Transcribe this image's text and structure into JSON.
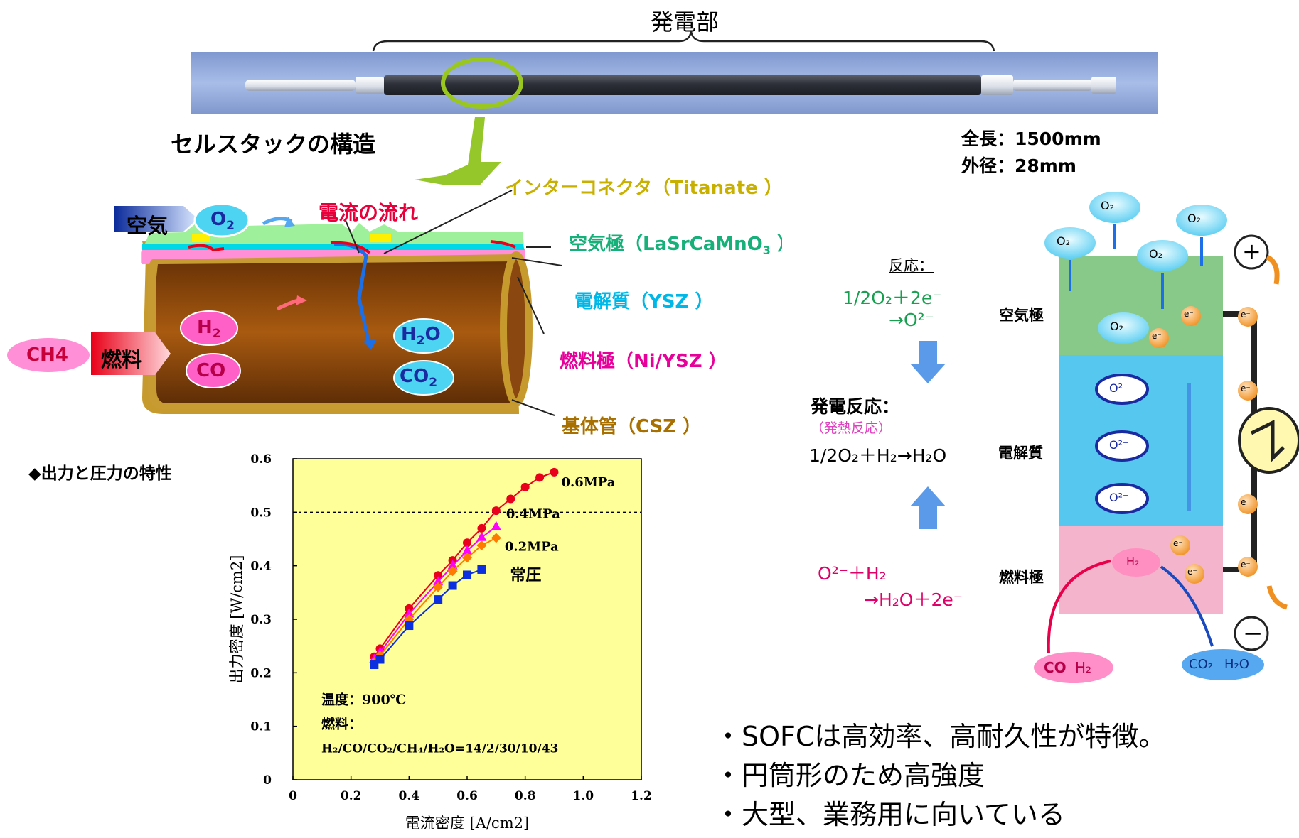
{
  "top": {
    "section_label": "発電部",
    "spec_length": "全長：1500mm",
    "spec_diameter": "外径：28mm",
    "cell_stack_title": "セルスタックの構造"
  },
  "structure": {
    "air_label": "空気",
    "fuel_label": "燃料",
    "ch4_label": "CH4",
    "o2": "O",
    "o2_sub": "2",
    "h2": "H",
    "h2_sub": "2",
    "co": "CO",
    "h2o_a": "H",
    "h2o_sub": "2",
    "h2o_b": "O",
    "co2_a": "CO",
    "co2_sub": "2",
    "current_flow": "電流の流れ",
    "interconnect": "インターコネクタ（Titanate ）",
    "air_electrode": "空気極（LaSrCaMnO",
    "air_electrode_sub": "3",
    "air_electrode_end": " ）",
    "electrolyte": "電解質（YSZ ）",
    "fuel_electrode": "燃料極（Ni/YSZ ）",
    "substrate": "基体管（CSZ ）"
  },
  "chart_section_title": "◆出力と圧力の特性",
  "chart_data": {
    "type": "line",
    "xlabel": "電流密度 [A/cm2]",
    "ylabel": "出力密度 [W/cm2]",
    "xlim": [
      0,
      1.2
    ],
    "ylim": [
      0,
      0.6
    ],
    "xticks": [
      "0",
      "0.2",
      "0.4",
      "0.6",
      "0.8",
      "1.0",
      "1.2"
    ],
    "yticks": [
      "0",
      "0.1",
      "0.2",
      "0.3",
      "0.4",
      "0.5",
      "0.6"
    ],
    "reference_line_y": 0.5,
    "background": "#ffff99",
    "series": [
      {
        "name": "0.6MPa",
        "color": "#e8001c",
        "marker": "circle",
        "x": [
          0.28,
          0.3,
          0.4,
          0.5,
          0.55,
          0.6,
          0.65,
          0.7,
          0.75,
          0.8,
          0.85,
          0.9
        ],
        "y": [
          0.23,
          0.245,
          0.32,
          0.382,
          0.41,
          0.443,
          0.47,
          0.503,
          0.525,
          0.547,
          0.565,
          0.575
        ]
      },
      {
        "name": "0.4MPa",
        "color": "#ff00ff",
        "marker": "triangle",
        "x": [
          0.28,
          0.3,
          0.4,
          0.5,
          0.55,
          0.6,
          0.65,
          0.7
        ],
        "y": [
          0.225,
          0.238,
          0.31,
          0.37,
          0.4,
          0.428,
          0.453,
          0.473
        ]
      },
      {
        "name": "0.2MPa",
        "color": "#ff7b00",
        "marker": "diamond",
        "x": [
          0.28,
          0.3,
          0.4,
          0.5,
          0.55,
          0.6,
          0.65,
          0.7
        ],
        "y": [
          0.22,
          0.232,
          0.3,
          0.36,
          0.39,
          0.415,
          0.438,
          0.452
        ]
      },
      {
        "name": "常圧",
        "color": "#0a2ee0",
        "marker": "square",
        "x": [
          0.28,
          0.3,
          0.4,
          0.5,
          0.55,
          0.6,
          0.65
        ],
        "y": [
          0.215,
          0.225,
          0.288,
          0.337,
          0.363,
          0.383,
          0.393
        ]
      }
    ],
    "annotation_temp": "温度：900℃",
    "annotation_fuel": "燃料：",
    "annotation_comp": "H₂/CO/CO₂/CH₄/H₂O=14/2/30/10/43"
  },
  "reaction": {
    "reaction_title": "反応：",
    "cathode_eq1": "1/2O₂＋2e⁻",
    "cathode_eq2": "→O²⁻",
    "air_electrode": "空気極",
    "gen_title": "発電反応：",
    "exothermic": "（発熱反応）",
    "overall_eq": "1/2O₂＋H₂→H₂O",
    "electrolyte": "電解質",
    "anode_eq1": "O²⁻＋H₂",
    "anode_eq2": "→H₂O＋2e⁻",
    "fuel_electrode": "燃料極",
    "o2_bubble": "O₂",
    "o2_ion": "O²⁻",
    "electron": "e⁻",
    "h2_bubble": "H₂",
    "co_in": "CO",
    "h2_in": "H₂",
    "co2_out": "CO₂",
    "h2o_out": "H₂O",
    "plus": "+",
    "minus": "−"
  },
  "bullets": [
    "・SOFCは高効率、高耐久性が特徴。",
    "・円筒形のため高強度",
    "・大型、業務用に向いている"
  ]
}
